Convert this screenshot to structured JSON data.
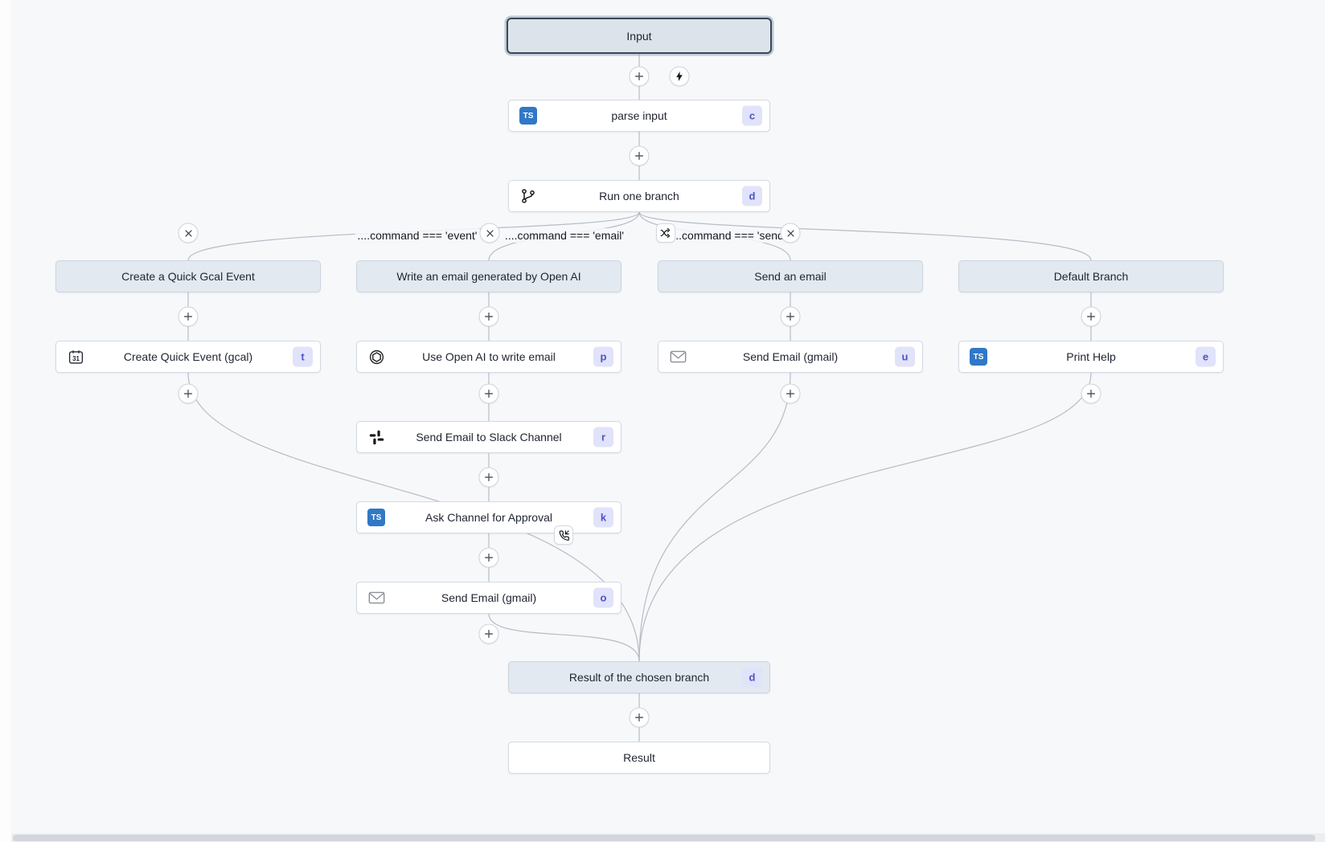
{
  "flow": {
    "input_label": "Input",
    "parse_step": {
      "label": "parse input",
      "badge": "c",
      "icon": "typescript-icon"
    },
    "branch_step": {
      "label": "Run one branch",
      "badge": "d",
      "icon": "git-branch-icon"
    },
    "conditions": [
      {
        "label": "....command === 'event'"
      },
      {
        "label": "....command === 'email'"
      },
      {
        "label": "....command === 'send'"
      }
    ],
    "branches": [
      {
        "header": "Create a Quick Gcal Event",
        "steps": [
          {
            "label": "Create Quick Event (gcal)",
            "badge": "t",
            "icon": "calendar-icon"
          }
        ]
      },
      {
        "header": "Write an email generated by Open AI",
        "steps": [
          {
            "label": "Use Open AI to write email",
            "badge": "p",
            "icon": "openai-icon"
          },
          {
            "label": "Send Email to Slack Channel",
            "badge": "r",
            "icon": "slack-icon"
          },
          {
            "label": "Ask Channel for Approval",
            "badge": "k",
            "icon": "typescript-icon"
          },
          {
            "label": "Send Email (gmail)",
            "badge": "o",
            "icon": "gmail-icon"
          }
        ]
      },
      {
        "header": "Send an email",
        "steps": [
          {
            "label": "Send Email (gmail)",
            "badge": "u",
            "icon": "gmail-icon"
          }
        ]
      },
      {
        "header": "Default Branch",
        "steps": [
          {
            "label": "Print Help",
            "badge": "e",
            "icon": "typescript-icon"
          }
        ]
      }
    ],
    "merge": {
      "label": "Result of the chosen branch",
      "badge": "d"
    },
    "result_label": "Result"
  },
  "icons": {
    "ts_text": "TS",
    "calendar_text": "31"
  },
  "colors": {
    "canvas": "#f7f8fa",
    "header_bg": "#e3e9f0",
    "badge_bg": "#e0e3f9",
    "badge_text": "#4e53c4",
    "ts_blue": "#3178c6",
    "edge": "#b6bcc6"
  }
}
